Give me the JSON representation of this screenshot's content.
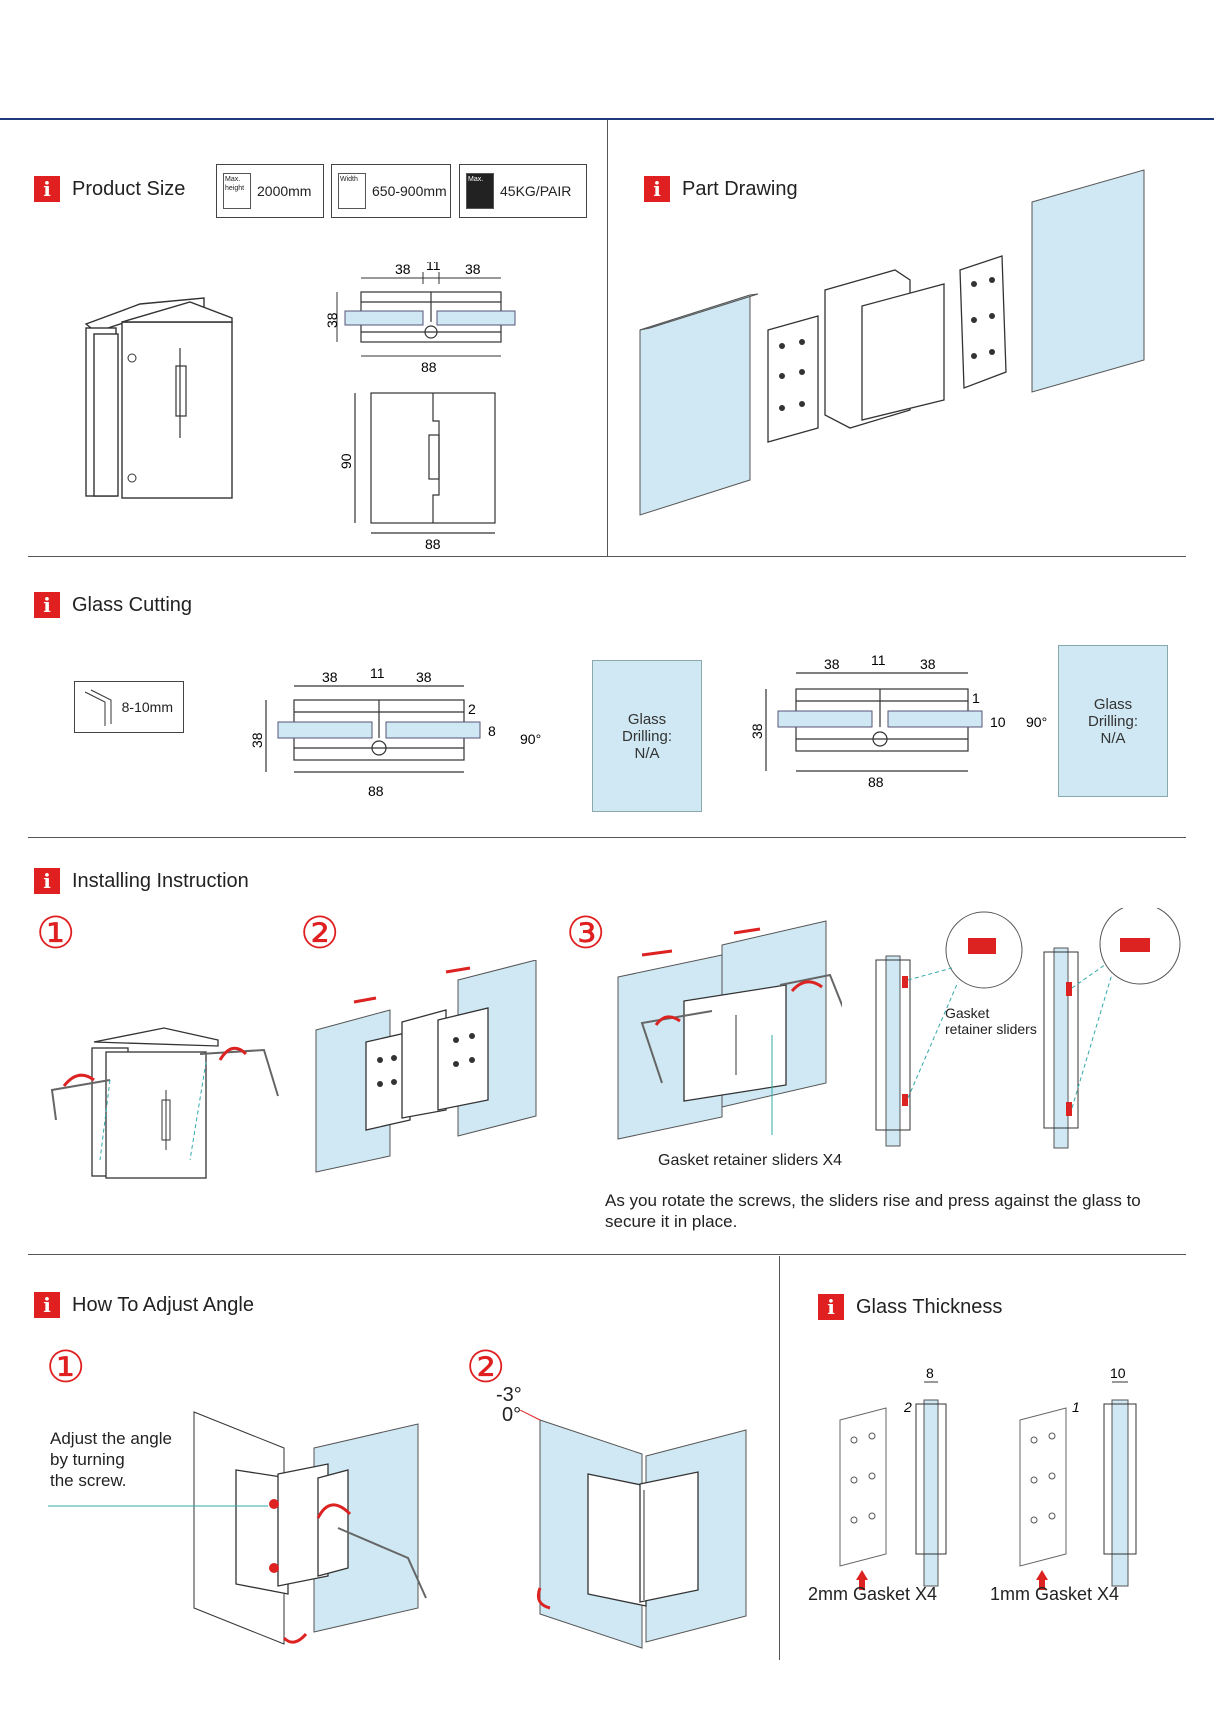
{
  "product_size": {
    "title": "Product Size",
    "specs": [
      {
        "mini": "Max.\nheight",
        "value": "2000mm"
      },
      {
        "mini": "Width",
        "value": "650-900mm"
      },
      {
        "mini": "Max.",
        "value": "45KG/PAIR"
      }
    ],
    "dims_top": [
      "38",
      "11",
      "38",
      "38",
      "88"
    ],
    "dims_front": [
      "90",
      "88"
    ]
  },
  "part_drawing": {
    "title": "Part Drawing"
  },
  "glass_cutting": {
    "title": "Glass Cutting",
    "thickness": "8-10mm",
    "left_dims": [
      "38",
      "11",
      "38",
      "2",
      "8",
      "90°",
      "38",
      "88"
    ],
    "right_dims": [
      "38",
      "11",
      "38",
      "1",
      "10",
      "90°",
      "38",
      "88"
    ],
    "drilling": "Glass\nDrilling:\nN/A"
  },
  "installing": {
    "title": "Installing Instruction",
    "steps": [
      "①",
      "②",
      "③"
    ],
    "gasket_sliders": "Gasket\nretainer sliders",
    "gasket_x4": "Gasket retainer sliders X4",
    "note": "As you rotate the screws, the sliders rise and press against the glass to secure it in place."
  },
  "adjust_angle": {
    "title": "How To Adjust  Angle",
    "steps": [
      "①",
      "②"
    ],
    "note": "Adjust the angle\nby turning\nthe screw.",
    "neg3": "-3°",
    "zero": "0°"
  },
  "glass_thickness": {
    "title": "Glass Thickness",
    "left_gasket": "2",
    "left_width": "8",
    "left_label": "2mm  Gasket X4",
    "right_gasket": "1",
    "right_width": "10",
    "right_label": "1mm  Gasket X4"
  },
  "colors": {
    "accent": "#e02020",
    "glass": "#cfe8f3",
    "rule": "#1f3a7a"
  }
}
